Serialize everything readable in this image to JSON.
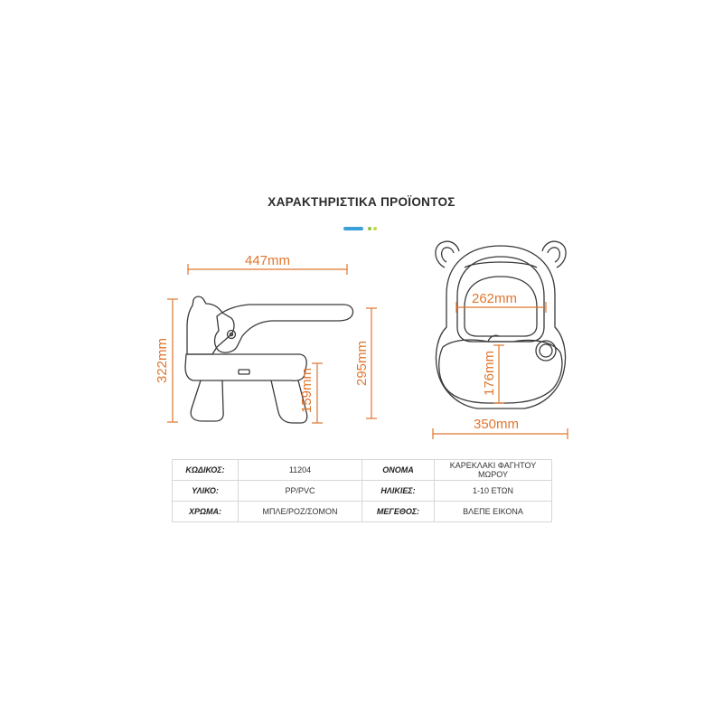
{
  "page": {
    "title": "ΧΑΡΑΚΤΗΡΙΣΤΙΚΑ ΠΡΟΪΟΝΤΟΣ",
    "accent_colors": {
      "bar": "#3aa0dc",
      "dot_1": "#8cc63f",
      "dot_2": "#c6d84a"
    }
  },
  "drawing": {
    "dimension_color": "#e0762e",
    "outline_color": "#3a3a3a",
    "side_view": {
      "width_label": "447mm",
      "height_label": "322mm",
      "seat_height_label": "159mm",
      "tray_height_label": "295mm"
    },
    "top_view": {
      "seat_width_label": "262mm",
      "tray_depth_label": "176mm",
      "width_label": "350mm"
    }
  },
  "specs": {
    "rows": [
      {
        "label_a": "ΚΩΔΙΚΟΣ:",
        "value_a": "11204",
        "label_b": "ΟΝΟΜΑ",
        "value_b": "ΚΑΡΕΚΛΑΚΙ ΦΑΓΗΤΟΥ ΜΩΡΟΥ"
      },
      {
        "label_a": "ΥΛΙΚΟ:",
        "value_a": "PP/PVC",
        "label_b": "ΗΛΙΚΙΕΣ:",
        "value_b": "1-10 ΕΤΩΝ"
      },
      {
        "label_a": "ΧΡΩΜΑ:",
        "value_a": "ΜΠΛΕ/ΡΟΖ/ΣΟΜΟΝ",
        "label_b": "ΜΕΓΕΘΟΣ:",
        "value_b": "ΒΛΕΠΕ ΕΙΚΟΝΑ"
      }
    ]
  }
}
